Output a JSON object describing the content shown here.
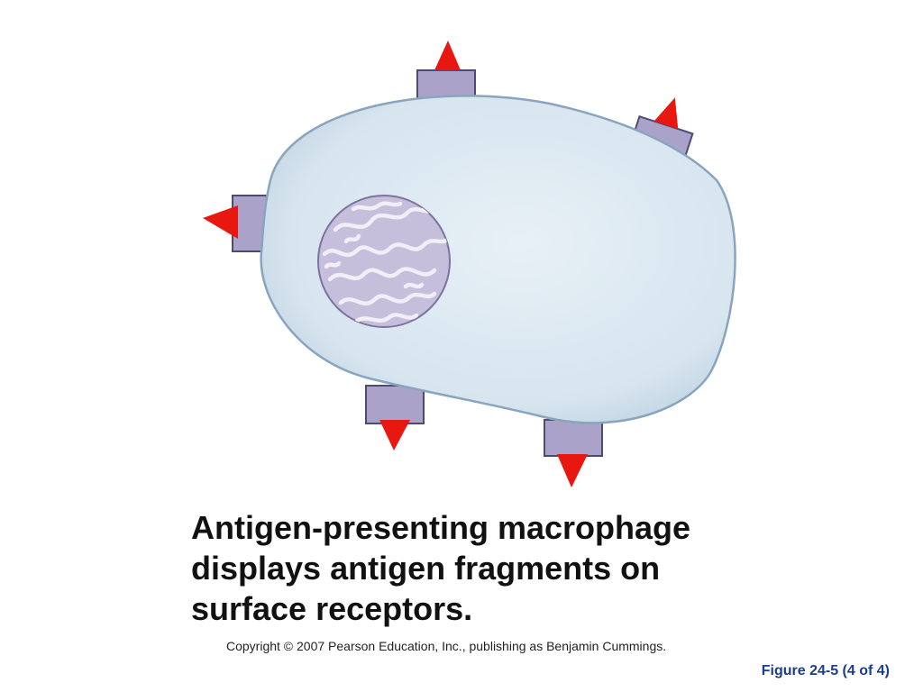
{
  "caption": {
    "lines": [
      "Antigen-presenting macrophage",
      "displays antigen fragments on",
      "surface receptors."
    ]
  },
  "copyright": "Copyright © 2007 Pearson Education, Inc., publishing as Benjamin Cummings.",
  "figure_number": "Figure 24-5 (4 of 4)",
  "colors": {
    "cell_fill": "#dde9f1",
    "cell_outline": "#8aa4bf",
    "receptor_fill": "#aaa2c9",
    "receptor_outline": "#4e4a72",
    "antigen": "#e8170f",
    "nucleus_fill": "#c5bfdc",
    "chromatin": "#f1eef8",
    "figure_number_text": "#1b3d8f"
  },
  "icons": [
    "macrophage-cell",
    "nucleus-icon",
    "receptor-icon",
    "antigen-fragment-icon"
  ]
}
